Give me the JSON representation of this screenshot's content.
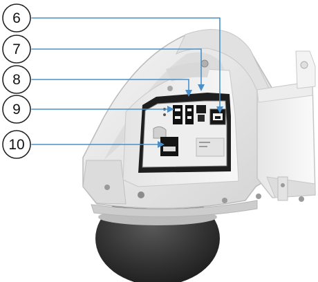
{
  "callouts": [
    {
      "number": "6",
      "target": "network-port"
    },
    {
      "number": "7",
      "target": "small-connector"
    },
    {
      "number": "8",
      "target": "usb-port-upper"
    },
    {
      "number": "9",
      "target": "usb-port-lower"
    },
    {
      "number": "10",
      "target": "card-slot"
    }
  ],
  "colors": {
    "leader_line": "#4a8fc9",
    "housing": "#ececec",
    "housing_shadow": "#cfcfcf",
    "panel": "#2a2a2a",
    "dome": "#3c3c3c"
  }
}
